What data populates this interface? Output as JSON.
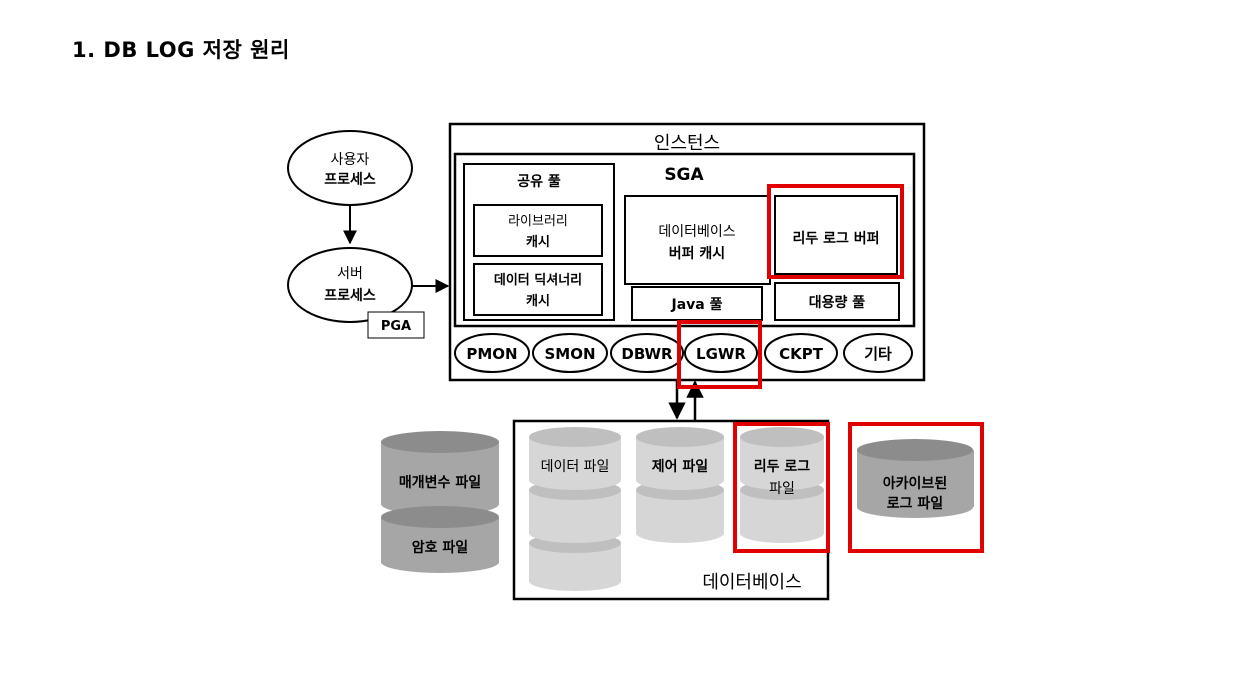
{
  "page": {
    "title": "1. DB LOG 저장 원리"
  },
  "diagram": {
    "user_process": [
      "사용자",
      "프로세스"
    ],
    "server_process": [
      "서버",
      "프로세스"
    ],
    "pga": "PGA",
    "instance": "인스턴스",
    "sga": "SGA",
    "shared_pool": "공유 풀",
    "library_cache": [
      "라이브러리",
      "캐시"
    ],
    "dictionary_cache": [
      "데이터 딕셔너리",
      "캐시"
    ],
    "db_buffer_cache": [
      "데이터베이스",
      "버퍼 캐시"
    ],
    "redo_log_buffer": "리두 로그 버퍼",
    "java_pool": "Java 풀",
    "large_pool": "대용량 풀",
    "bg_processes": [
      "PMON",
      "SMON",
      "DBWR",
      "LGWR",
      "CKPT",
      "기타"
    ],
    "param_file": "매개변수 파일",
    "password_file": "암호 파일",
    "data_file": "데이터 파일",
    "control_file": "제어 파일",
    "redo_log_file": [
      "리두 로그",
      "파일"
    ],
    "archived_log_file": [
      "아카이브된",
      "로그 파일"
    ],
    "database": "데이터베이스",
    "highlight_color": "#e00000"
  }
}
